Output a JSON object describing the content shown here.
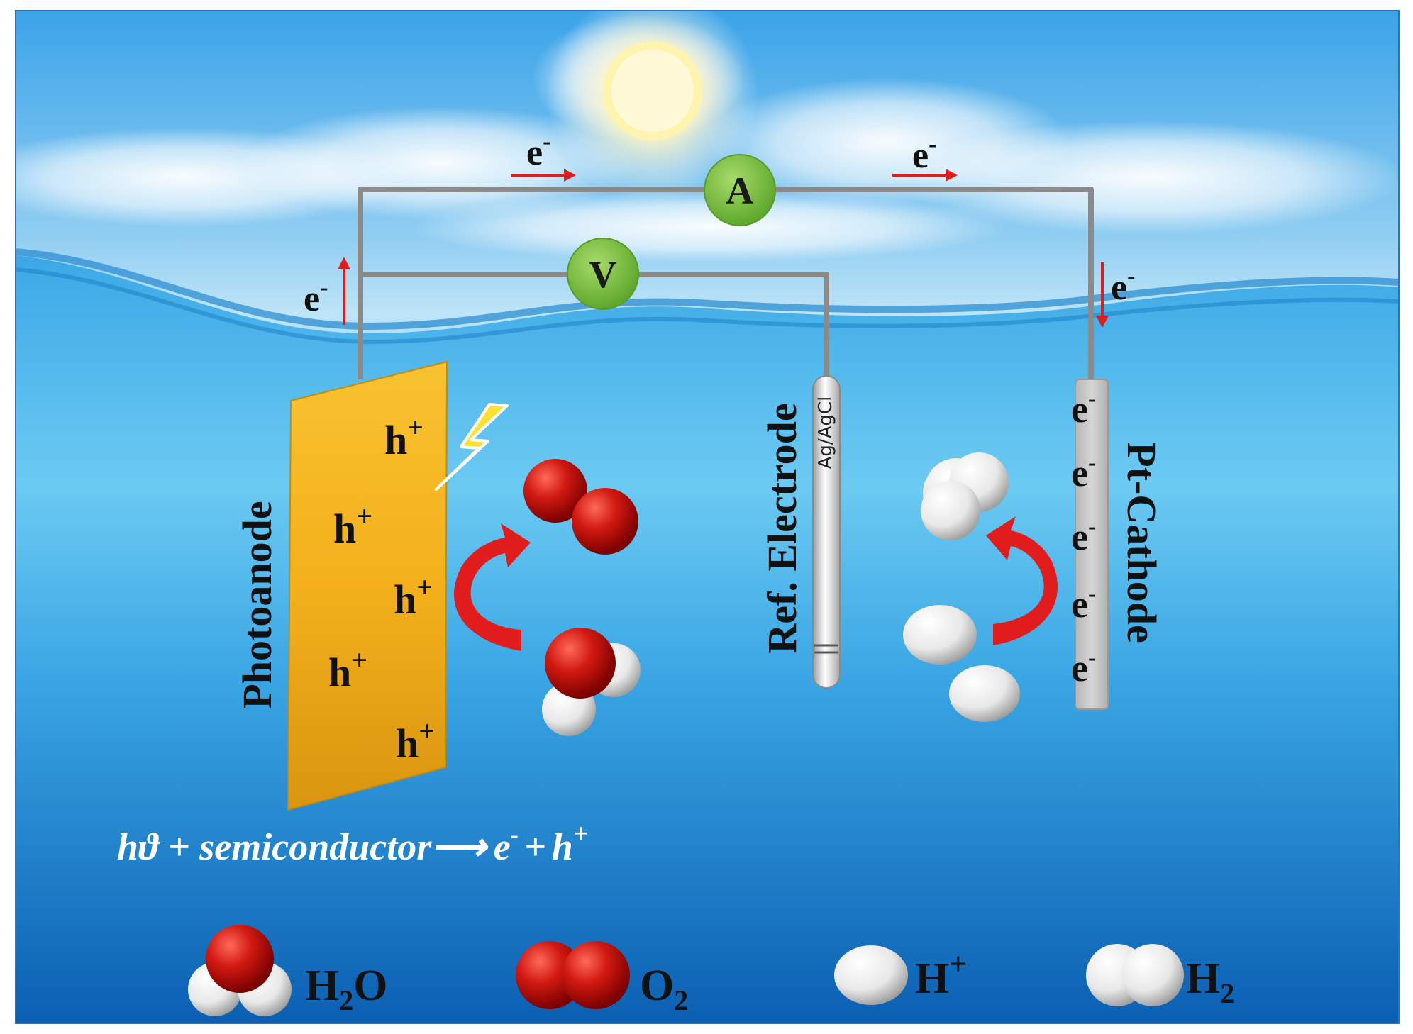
{
  "circuit": {
    "ammeter_label": "A",
    "voltmeter_label": "V",
    "electron_symbol": "e",
    "minus": "-"
  },
  "electrodes": {
    "photoanode_label": "Photoanode",
    "hole_symbol": "h",
    "plus": "+",
    "reference_label": "Ref. Electrode",
    "reference_type": "Ag/AgCl",
    "cathode_label": "Pt-Cathode"
  },
  "equation": {
    "lhs": "hϑ + semiconductor",
    "arrow": "⟶",
    "e": "e",
    "e_sup": "-",
    "plus": "+",
    "h": "h",
    "h_sup": "+"
  },
  "legend": {
    "h2o": {
      "main": "H",
      "sub": "2",
      "tail": "O"
    },
    "o2": {
      "main": "O",
      "sub": "2"
    },
    "hplus": {
      "main": "H",
      "sup": "+"
    },
    "h2": {
      "main": "H",
      "sub": "2"
    }
  },
  "colors": {
    "sky_top": "#3fa6e8",
    "water_deep": "#0f6fc0",
    "wire": "#8a8a8a",
    "meter_green": "#7cc242",
    "arrow_red": "#e01c1c",
    "photoanode_gold": "#f5b21a",
    "oxygen_red": "#c81414",
    "hydrogen_white": "#f2f2f2",
    "cathode_gray": "#c4c4c4"
  }
}
